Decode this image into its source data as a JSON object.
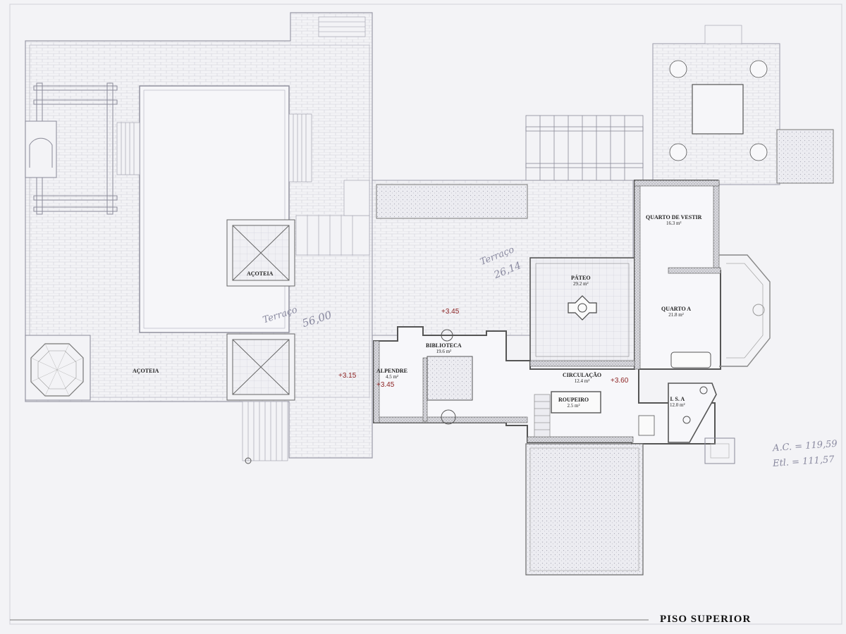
{
  "title": "PISO SUPERIOR",
  "rooms": {
    "acoteia_north": "AÇOTEIA",
    "acoteia_south": "AÇOTEIA",
    "biblioteca": {
      "name": "BIBLIOTECA",
      "area": "19.6 m²"
    },
    "alpendre": {
      "name": "ALPENDRE",
      "area": "4.5 m²"
    },
    "circulacao": {
      "name": "CIRCULAÇÃO",
      "area": "12.4 m²"
    },
    "roupeiro": {
      "name": "ROUPEIRO",
      "area": "2.5 m²"
    },
    "pateo": {
      "name": "PÁTEO",
      "area": "29.2 m²"
    },
    "quarto_vestir": {
      "name": "QUARTO DE VESTIR",
      "area": "16.3 m²"
    },
    "quarto_a": {
      "name": "QUARTO A",
      "area": "21.8 m²"
    },
    "is_a": {
      "name": "I. S. A",
      "area": "12.0 m²"
    }
  },
  "levels": {
    "biblioteca": "+3.45",
    "alpendre": "+3.45",
    "west": "+3.15",
    "circulacao": "+3.60"
  },
  "handwritten": {
    "terraco_west": "Terraço",
    "terraco_west_area": "56,00",
    "terraco_center": "Terraço",
    "terraco_center_area": "26,14",
    "ac": "A.C. = 119,59",
    "etl": "Etl. = 111,57"
  },
  "colors": {
    "line": "#9a9aa8",
    "wall": "#555555",
    "hatch": "#b8b8c2",
    "level": "#8a1f1f"
  }
}
